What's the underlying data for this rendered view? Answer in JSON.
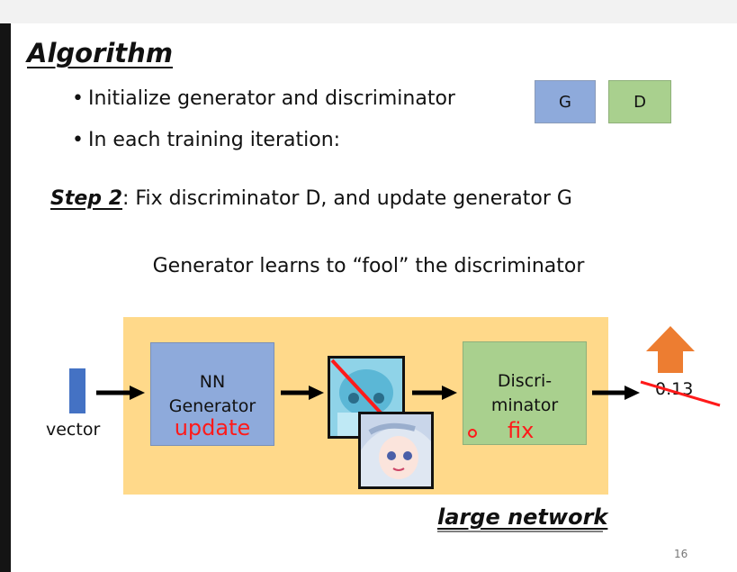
{
  "title": "Algorithm",
  "bullets": [
    "Initialize generator and discriminator",
    "In each training iteration:"
  ],
  "boxes": {
    "g": "G",
    "d": "D"
  },
  "step": {
    "label": "Step 2",
    "text": ": Fix discriminator D, and update generator G"
  },
  "subtitle": "Generator learns to “fool” the discriminator",
  "input": {
    "label": "vector"
  },
  "generator": {
    "line1": "NN",
    "line2": "Generator",
    "status": "update"
  },
  "discriminator": {
    "line1": "Discri-",
    "line2": "minator",
    "status": "fix"
  },
  "output": {
    "score": "0.13"
  },
  "network_label": "large network",
  "page_number": "16",
  "colors": {
    "generator": "#8eaadb",
    "discriminator": "#a9d08e",
    "network": "#ffd98a",
    "annotation": "#ff1a1a",
    "up_arrow": "#ed7d31",
    "vector": "#4472c4"
  }
}
